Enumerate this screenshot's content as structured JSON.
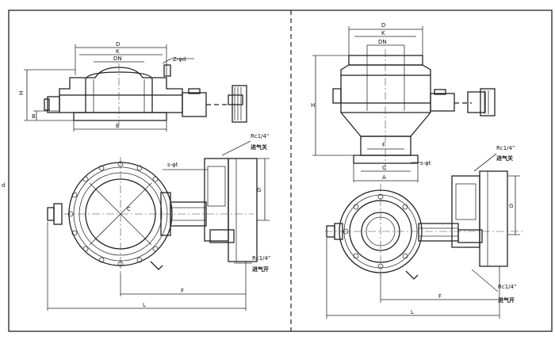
{
  "left_view": {
    "top": {
      "d": "D",
      "k": "K",
      "dn": "DN",
      "holes": "Z-φd",
      "h": "H",
      "b": "B",
      "e": "E"
    },
    "plan": {
      "g": "G",
      "f": "F",
      "l": "L",
      "c": "C",
      "bolt": "s-φt",
      "port_top": "Rc1/4\"",
      "port_top_note": "进气关",
      "port_bot": "Rc1/4\"",
      "port_bot_note": "进气开"
    }
  },
  "right_view": {
    "top": {
      "d": "D",
      "k": "K",
      "dn": "DN",
      "h": "H",
      "f": "F",
      "c": "C",
      "a": "A",
      "bolt": "s-φt"
    },
    "plan": {
      "g": "G",
      "f": "F",
      "l": "L",
      "port_top": "Rc1/4\"",
      "port_top_note": "进气关",
      "port_bot": "Rc1/4\"",
      "port_bot_note": "进气开"
    }
  },
  "side_mark": "d"
}
